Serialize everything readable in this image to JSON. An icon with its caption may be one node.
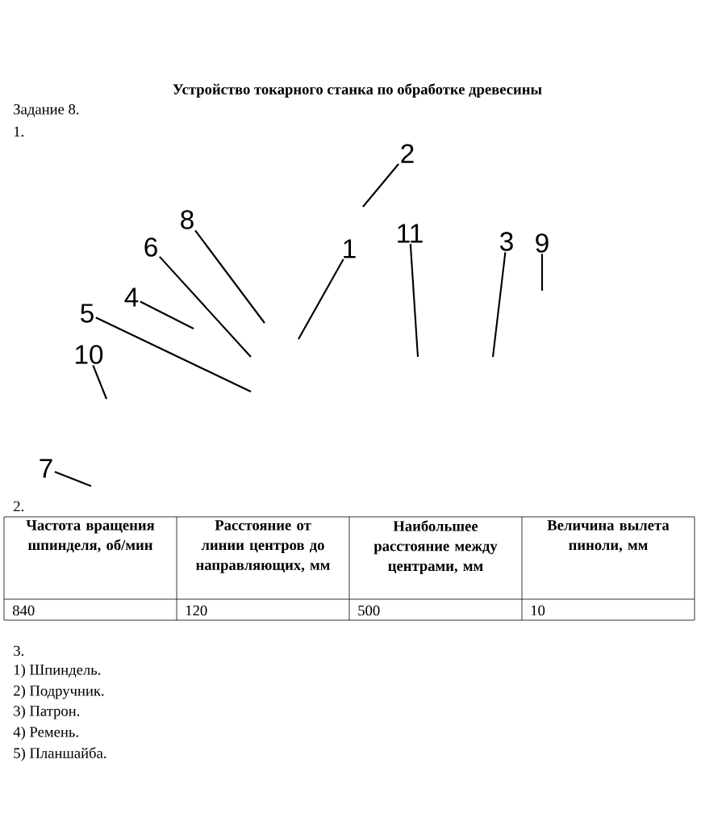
{
  "diagram": {
    "title": "Устройство токарного станка по обработке древесины",
    "nodes": [
      {
        "text": [
          "2"
        ]
      },
      {
        "text": [
          "8"
        ]
      },
      {
        "text": [
          "1"
        ]
      },
      {
        "text": [
          "11"
        ]
      },
      {
        "text": [
          "3"
        ]
      },
      {
        "text": [
          "9"
        ]
      },
      {
        "text": [
          "6"
        ]
      },
      {
        "text": [
          "4"
        ]
      },
      {
        "text": [
          "5"
        ]
      },
      {
        "text": [
          "10"
        ]
      },
      {
        "text": [
          "7"
        ]
      }
    ],
    "edges": [
      {
        "from": 0,
        "to": null,
        "arrow": "none"
      },
      {
        "from": 1,
        "to": null,
        "arrow": "none"
      },
      {
        "from": 2,
        "to": null,
        "arrow": "none"
      },
      {
        "from": 3,
        "to": null,
        "arrow": "none"
      },
      {
        "from": 4,
        "to": null,
        "arrow": "none"
      },
      {
        "from": 5,
        "to": null,
        "arrow": "none"
      },
      {
        "from": 6,
        "to": null,
        "arrow": "none"
      },
      {
        "from": 7,
        "to": null,
        "arrow": "none"
      },
      {
        "from": 8,
        "to": null,
        "arrow": "none"
      },
      {
        "from": 9,
        "to": null,
        "arrow": "none"
      },
      {
        "from": 10,
        "to": null,
        "arrow": "none"
      }
    ],
    "labels": [
      "Задание 8.",
      "1.",
      "2.",
      "Частота вращения шпинделя, об/мин",
      "Расстояние от линии центров до направляющих, мм",
      "Наибольшее расстояние между центрами, мм",
      "Величина вылета пиноли, мм",
      "840",
      "120",
      "500",
      "10",
      "3.",
      "1) Шпиндель.",
      "2) Подручник.",
      "3) Патрон.",
      "4) Ремень.",
      "5) Планшайба."
    ]
  }
}
